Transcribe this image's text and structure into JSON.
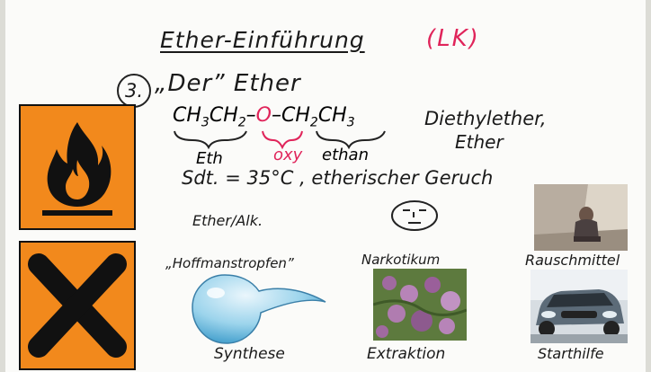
{
  "title": "Ether-Einführung",
  "title_tag": "(LK)",
  "section_number": "3.",
  "section_title": "„Der” Ether",
  "formula": {
    "left": "CH3CH2",
    "dash1": "–",
    "middle": "O",
    "dash2": "–",
    "right": "CH2CH3"
  },
  "formula_parts": {
    "left_label": "Eth",
    "middle_label": "oxy",
    "right_label": "ethan"
  },
  "names": {
    "line1": "Diethylether,",
    "line2": "Ether"
  },
  "properties": "Sdt. = 35°C , etherischer Geruch",
  "note_ether_alk": "Ether/Alk.",
  "labels": {
    "hoffman": "„Hoffmanstropfen”",
    "narkotikum": "Narkotikum",
    "rauschmittel": "Rauschmittel",
    "synthese": "Synthese",
    "extraktion": "Extraktion",
    "starthilfe": "Starthilfe"
  },
  "colors": {
    "accent_red": "#e0245a",
    "hazard_orange": "#f2891c",
    "ink": "#1a1a1a"
  },
  "icons": {
    "flammable": "flame-hazard-icon",
    "harmful": "x-hazard-icon",
    "face": "neutral-face-icon"
  }
}
